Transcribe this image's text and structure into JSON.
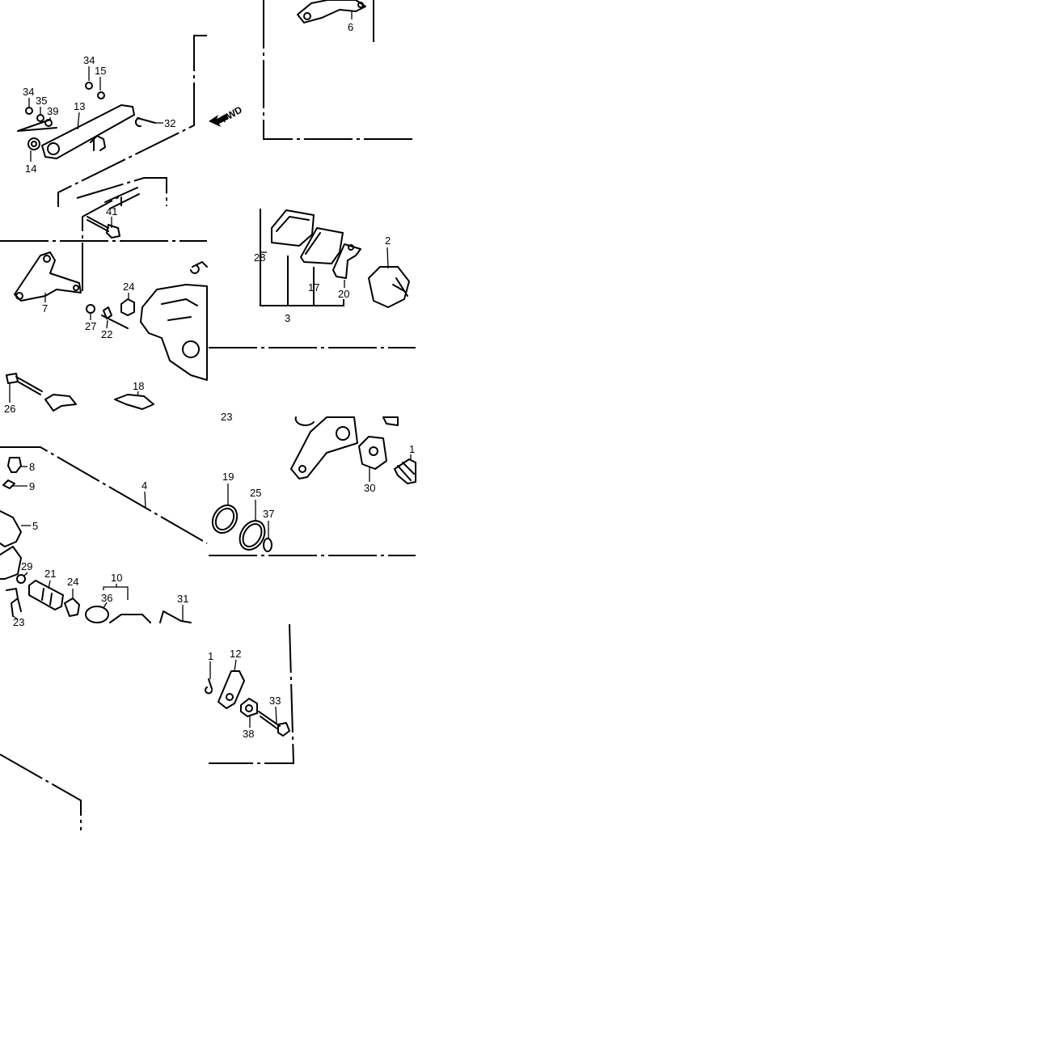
{
  "direction_label": "FWD",
  "labels": {
    "p1": "1",
    "p2": "2",
    "p3": "3",
    "p4": "4",
    "p5": "5",
    "p6": "6",
    "p7": "7",
    "p8": "8",
    "p9": "9",
    "p10": "10",
    "p11": "1",
    "p12": "12",
    "p13": "13",
    "p14": "14",
    "p15": "15",
    "p17": "17",
    "p18": "18",
    "p19": "19",
    "p20": "20",
    "p21": "21",
    "p22": "22",
    "p23a": "23",
    "p23b": "23",
    "p24a": "24",
    "p24b": "24",
    "p25": "25",
    "p26": "26",
    "p27": "27",
    "p28": "28",
    "p29": "29",
    "p30": "30",
    "p31": "31",
    "p32": "32",
    "p33": "33",
    "p34a": "34",
    "p34b": "34",
    "p35": "35",
    "p36": "36",
    "p37": "37",
    "p38": "38",
    "p39": "39",
    "p41": "41"
  }
}
